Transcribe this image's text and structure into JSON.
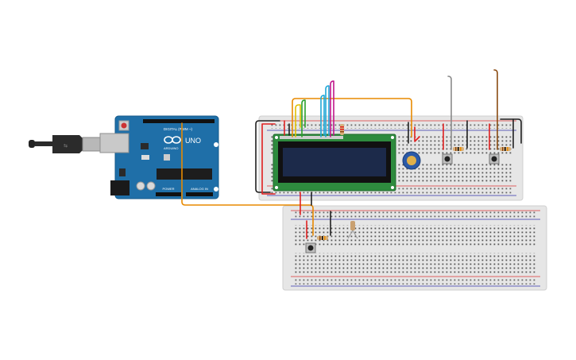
{
  "arduino": {
    "model_label": "UNO",
    "brand_label": "ARDUINO",
    "digital_header_label": "DIGITAL (PWM ~)",
    "power_header_label": "POWER",
    "analog_header_label": "ANALOG IN",
    "icon": "arduino-infinity-logo"
  },
  "usb_cable": {
    "icon": "usb-plug-icon"
  },
  "lcd": {
    "type": "16x2 character LCD",
    "screen_color": "#1c2a4a",
    "pcb_color": "#2e8b3e"
  },
  "colors": {
    "arduino_board": "#1f6fa8",
    "breadboard": "#e6e6e6",
    "wire_red": "#e02020",
    "wire_black": "#202020",
    "wire_orange": "#e88a00",
    "wire_green": "#2aa02a",
    "wire_cyan": "#1fa7d6",
    "wire_magenta": "#c0168c",
    "wire_yellow": "#e0c000",
    "wire_gray": "#8a8a8a",
    "wire_brown": "#8a4b12",
    "potentiometer": "#2b5aa8"
  }
}
